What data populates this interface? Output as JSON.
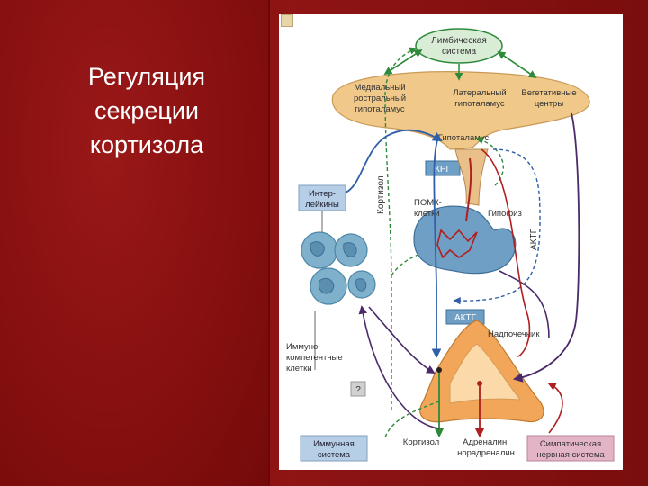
{
  "slide": {
    "title_lines": [
      "Регуляция",
      "секреции",
      "кортизола"
    ]
  },
  "diagram": {
    "limbic": [
      "Лимбическая",
      "система"
    ],
    "medial_hypo": [
      "Медиальный",
      "ростральный",
      "гипоталамус"
    ],
    "lateral_hypo": [
      "Латеральный",
      "гипоталамус"
    ],
    "vegetative": [
      "Вегетативные",
      "центры"
    ],
    "hypothalamus": "Гипоталамус",
    "krg": "КРГ",
    "interleukins": [
      "Интер-",
      "лейкины"
    ],
    "cortisol_vertical": "Кортизол",
    "pomc": [
      "ПОМК-",
      "клетки"
    ],
    "pituitary": "Гипофиз",
    "actg_vertical": "АКТГ",
    "actg_box": "АКТГ",
    "adrenal": "Надпочечник",
    "immunocompetent": [
      "Иммуно-",
      "компетентные",
      "клетки"
    ],
    "question": "?",
    "immune_system": [
      "Иммунная",
      "система"
    ],
    "cortisol_bottom": "Кортизол",
    "adrenaline": [
      "Адреналин,",
      "норадреналин"
    ],
    "sympathetic": [
      "Симпатическая",
      "нервная система"
    ]
  },
  "colors": {
    "background": "#8f1414",
    "hypothalamus_fill": "#f0c98a",
    "blue_arrow": "#2f5fa8",
    "green_arrow": "#2e8a3a",
    "purple_arrow": "#4a2a6a",
    "red_arrow": "#b01f1f",
    "label_box_blue": "#b7cfe6",
    "pituitary_blue": "#6f9fc4",
    "adrenal_fill": "#f2a65a",
    "sympathetic_box": "#e3b3c6"
  }
}
